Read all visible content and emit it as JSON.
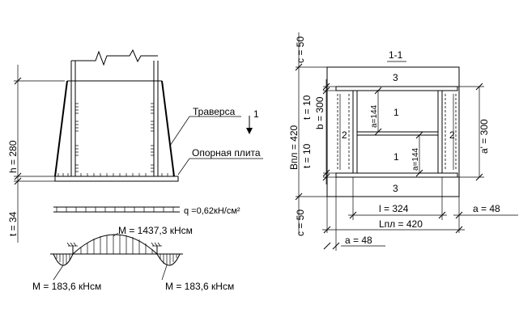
{
  "elevation": {
    "dim_h": "h = 280",
    "dim_t": "t = 34",
    "traverse_label": "Траверса",
    "base_plate_label": "Опорная плита",
    "section_marker": "1",
    "load_label": "q =0,62кН/см²"
  },
  "moment_diagram": {
    "m_mid": "M = 1437,3 кНсм",
    "m_left": "M = 183,6 кНсм",
    "m_right": "M = 183,6 кНсм"
  },
  "plan": {
    "section_title": "1-1",
    "dim_c_top": "c = 50",
    "dim_c_bottom": "c = 50",
    "dim_b_plate": "Bпл = 420",
    "dim_t_top": "t = 10",
    "dim_b": "b = 300",
    "dim_t_bottom": "t = 10",
    "dim_a_144_top": "a=144",
    "dim_a_144_bottom": "a=144",
    "dim_a_prime": "a' = 300",
    "zone_3_top": "3",
    "zone_3_bottom": "3",
    "zone_2_left": "2",
    "zone_2_right": "2",
    "zone_1_top": "1",
    "zone_1_bottom": "1",
    "dim_l": "l = 324",
    "dim_a_48_right": "a = 48",
    "dim_l_plate": "Lпл = 420",
    "dim_a_48_left": "a = 48"
  }
}
